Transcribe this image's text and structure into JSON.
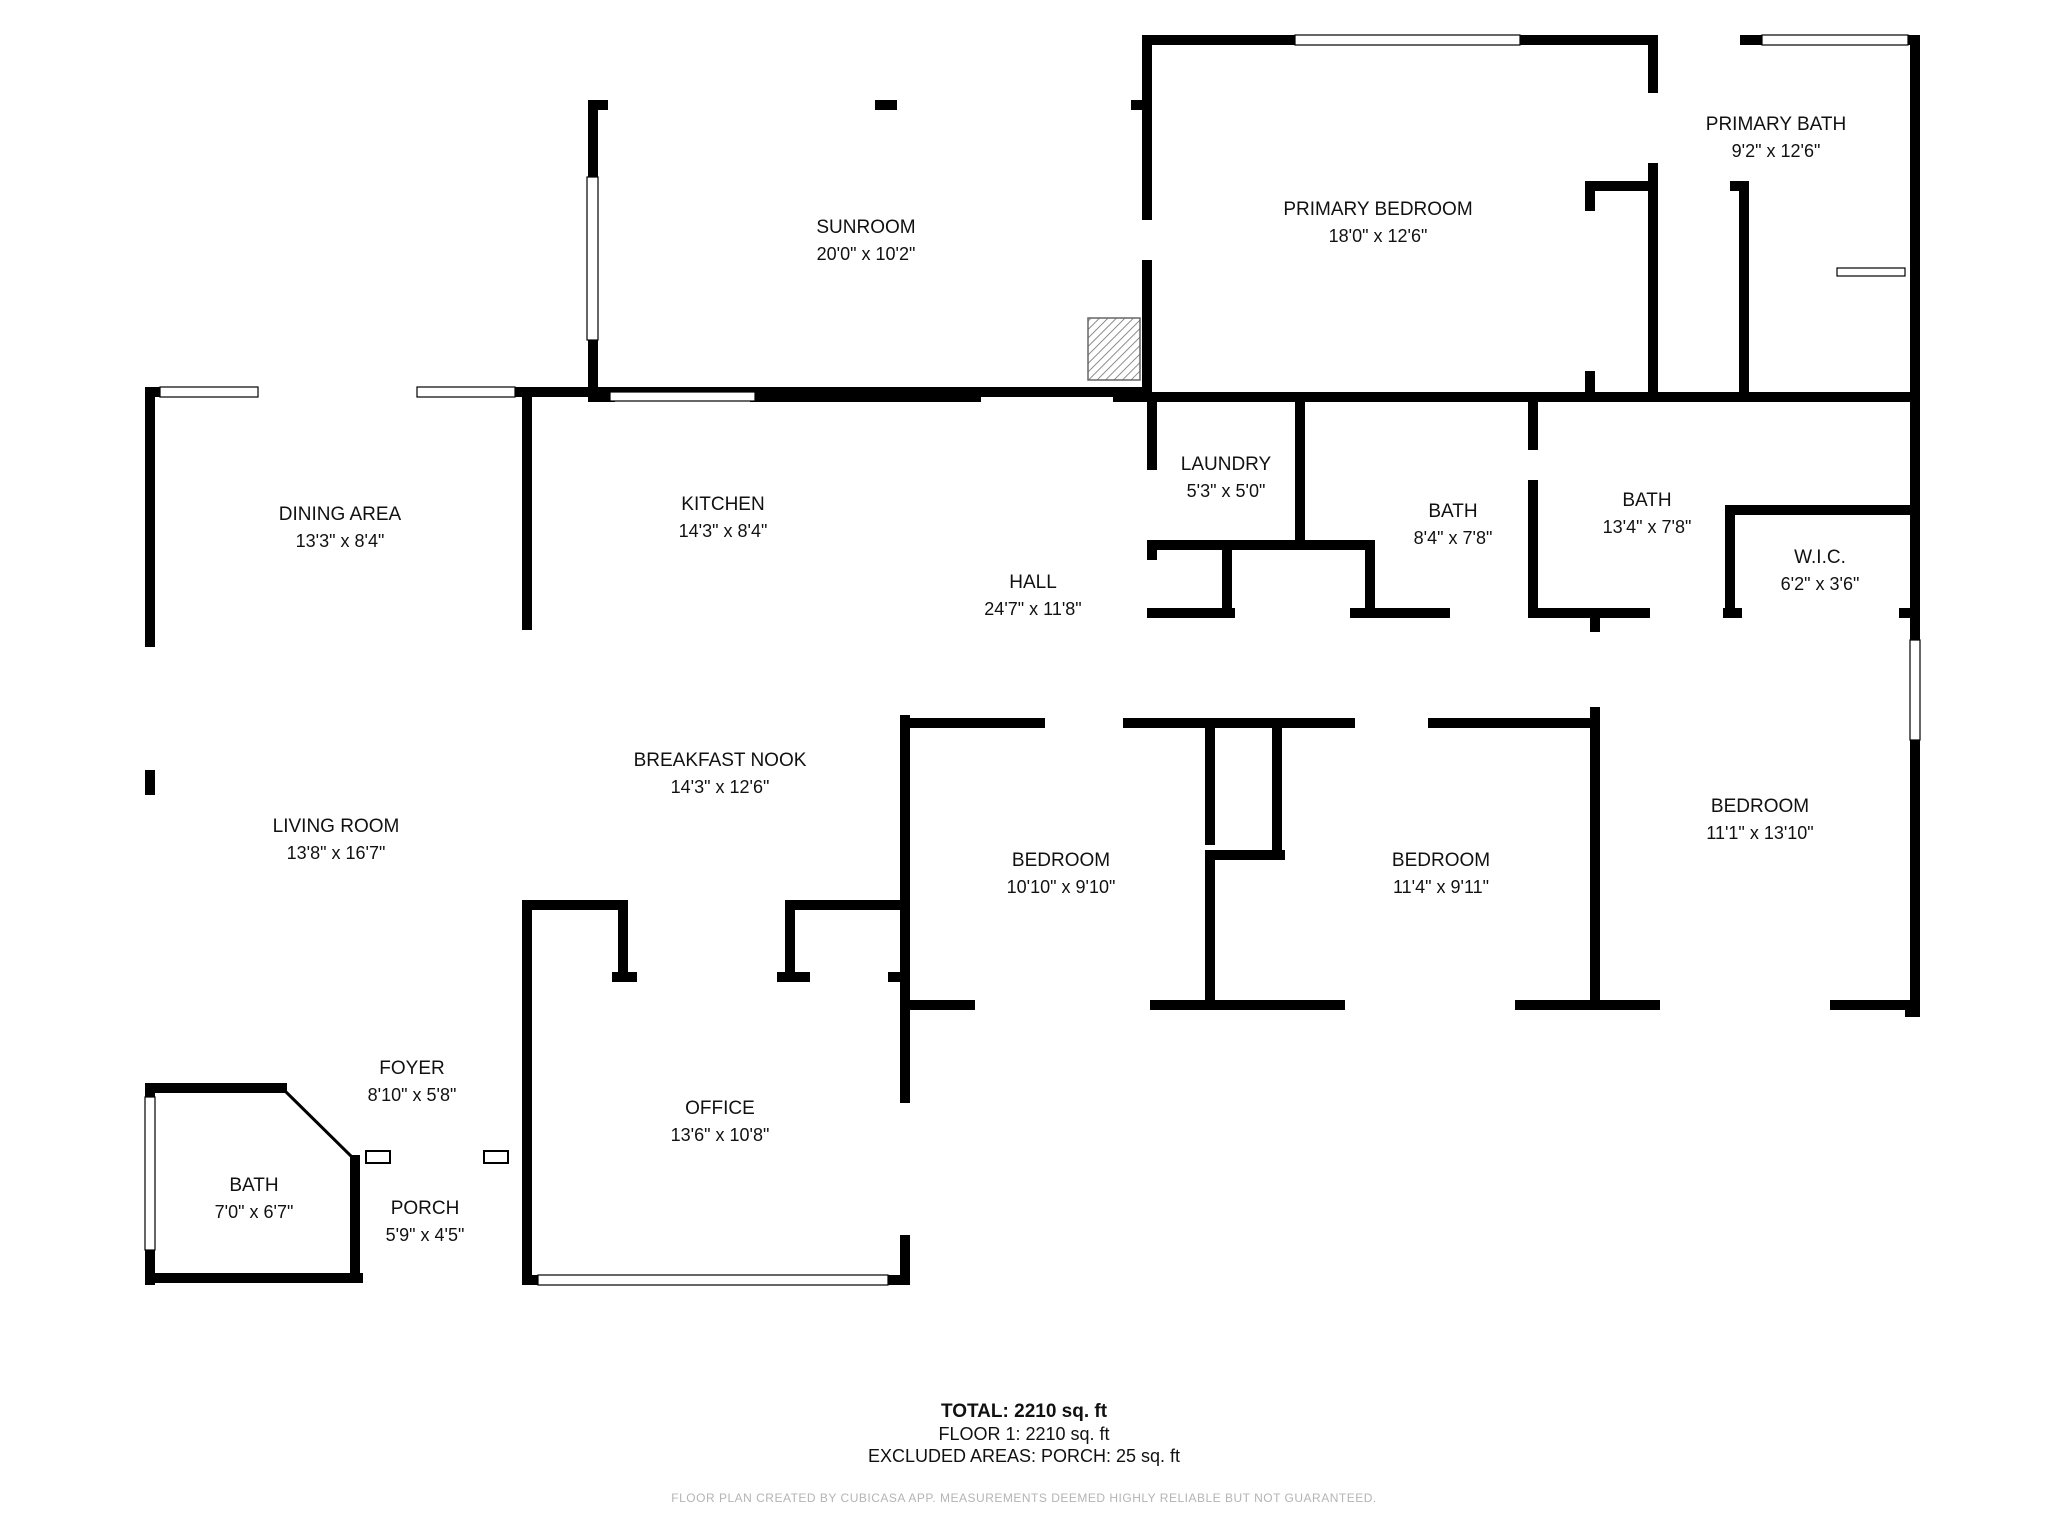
{
  "colors": {
    "wall": "#000000",
    "window": "#ffffff",
    "text": "#111111",
    "disclaimer": "#b4b4b4",
    "hatch": "#666666"
  },
  "rooms": {
    "sunroom": {
      "name": "SUNROOM",
      "dims": "20'0\" x 10'2\""
    },
    "primary_bedroom": {
      "name": "PRIMARY BEDROOM",
      "dims": "18'0\" x 12'6\""
    },
    "primary_bath": {
      "name": "PRIMARY BATH",
      "dims": "9'2\" x 12'6\""
    },
    "dining_area": {
      "name": "DINING AREA",
      "dims": "13'3\" x 8'4\""
    },
    "kitchen": {
      "name": "KITCHEN",
      "dims": "14'3\" x 8'4\""
    },
    "laundry": {
      "name": "LAUNDRY",
      "dims": "5'3\" x 5'0\""
    },
    "bath_hall": {
      "name": "BATH",
      "dims": "8'4\" x 7'8\""
    },
    "bath_east": {
      "name": "BATH",
      "dims": "13'4\" x 7'8\""
    },
    "wic": {
      "name": "W.I.C.",
      "dims": "6'2\" x 3'6\""
    },
    "hall": {
      "name": "HALL",
      "dims": "24'7\" x 11'8\""
    },
    "breakfast_nook": {
      "name": "BREAKFAST NOOK",
      "dims": "14'3\" x 12'6\""
    },
    "living_room": {
      "name": "LIVING ROOM",
      "dims": "13'8\" x 16'7\""
    },
    "bedroom_1": {
      "name": "BEDROOM",
      "dims": "10'10\" x 9'10\""
    },
    "bedroom_2": {
      "name": "BEDROOM",
      "dims": "11'4\" x 9'11\""
    },
    "bedroom_3": {
      "name": "BEDROOM",
      "dims": "11'1\" x 13'10\""
    },
    "foyer": {
      "name": "FOYER",
      "dims": "8'10\" x 5'8\""
    },
    "office": {
      "name": "OFFICE",
      "dims": "13'6\" x 10'8\""
    },
    "bath_front": {
      "name": "BATH",
      "dims": "7'0\" x 6'7\""
    },
    "porch": {
      "name": "PORCH",
      "dims": "5'9\" x 4'5\""
    }
  },
  "summary": {
    "total_label": "TOTAL:",
    "total_value": "2210 sq. ft",
    "floor_line": "FLOOR 1: 2210 sq. ft",
    "excluded_line": "EXCLUDED AREAS: PORCH: 25 sq. ft",
    "disclaimer": "FLOOR PLAN CREATED BY CUBICASA APP. MEASUREMENTS DEEMED HIGHLY RELIABLE BUT NOT GUARANTEED."
  }
}
